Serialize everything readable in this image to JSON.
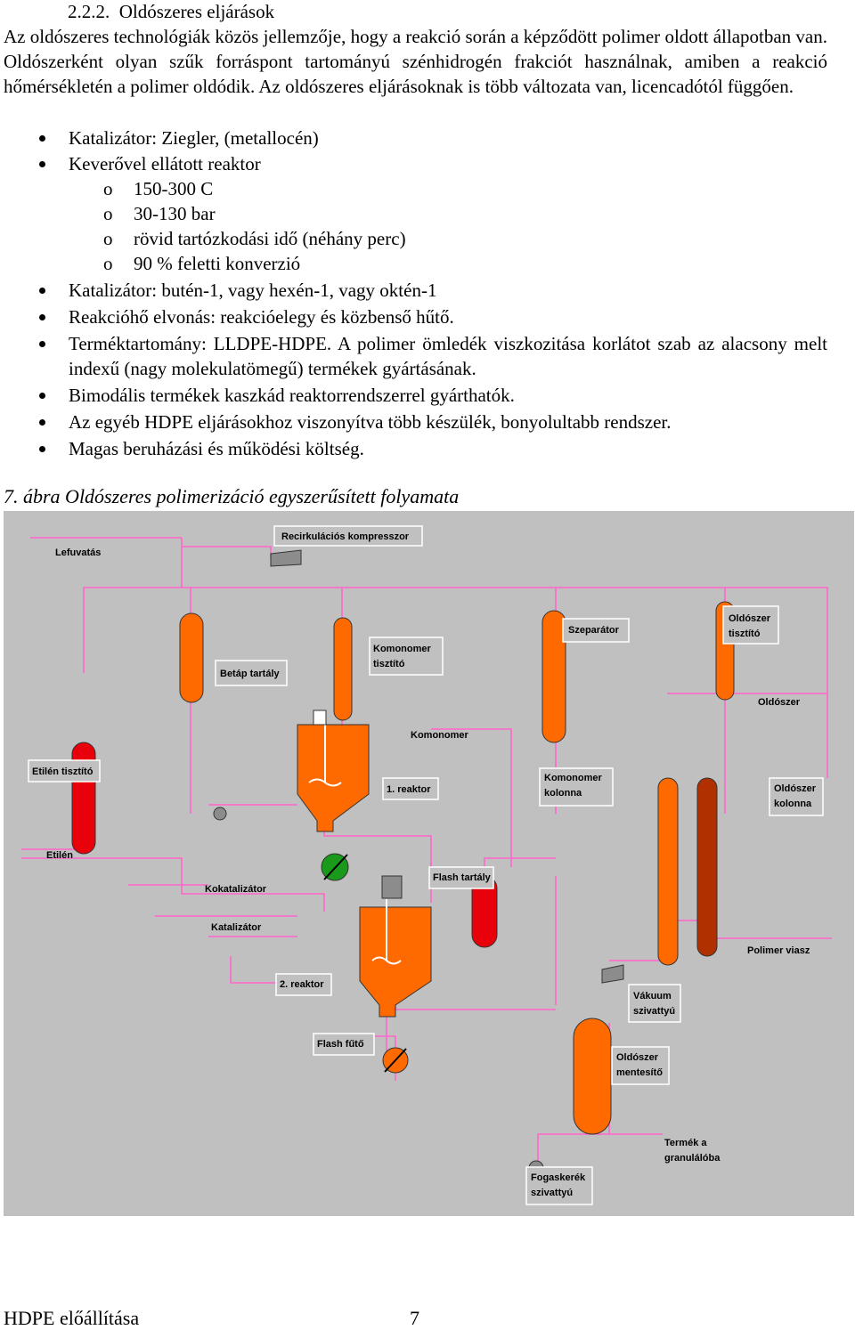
{
  "heading": "2.2.2.  Oldószeres eljárások",
  "intro": "Az oldószeres technológiák közös jellemzője, hogy a reakció során a képződött polimer oldott állapotban van. Oldószerként olyan szűk forráspont tartományú szénhidrogén frakciót használnak, amiben a reakció hőmérsékletén a polimer oldódik. Az oldószeres eljárásoknak is több változata van, licencadótól függően.",
  "bullets": [
    "Katalizátor: Ziegler, (metallocén)",
    "Keverővel ellátott reaktor",
    "Katalizátor: butén-1, vagy hexén-1, vagy oktén-1",
    "Reakcióhő elvonás: reakcióelegy és közbenső hűtő.",
    "Terméktartomány: LLDPE-HDPE. A polimer ömledék viszkozitása korlátot szab az alacsony melt indexű (nagy molekulatömegű) termékek gyártásának.",
    "Bimodális termékek kaszkád reaktorrendszerrel gyárthatók.",
    "Az egyéb HDPE eljárásokhoz viszonyítva több készülék, bonyolultabb rendszer.",
    "Magas beruházási és működési költség."
  ],
  "sub_bullets": [
    "150-300 C",
    "30-130 bar",
    "rövid tartózkodási idő (néhány perc)",
    "90 % feletti konverzió"
  ],
  "sub_marker": "o",
  "caption": "7. ábra Oldószeres polimerizáció egyszerűsített folyamata",
  "diagram": {
    "background": "#c0c0c0",
    "vessel_colors": {
      "red": "#e8000a",
      "orange": "#ff6a00",
      "dark": "#b03000"
    },
    "labels": {
      "lefuvatas": "Lefuvatás",
      "recirk": "Recirkulációs kompresszor",
      "betap_tartaly": "Betáp tartály",
      "komonomer_tisztito_1": "Komonomer",
      "komonomer_tisztito_2": "tisztító",
      "szeparator": "Szeparátor",
      "oldoszer_tisztito_1": "Oldószer",
      "oldoszer_tisztito_2": "tisztító",
      "oldoszer": "Oldószer",
      "komonomer": "Komonomer",
      "etilen_tisztito": "Etilén tisztító",
      "reaktor_1": "1. reaktor",
      "komonomer_kolonna_1": "Komonomer",
      "komonomer_kolonna_2": "kolonna",
      "oldoszer_kolonna_1": "Oldószer",
      "oldoszer_kolonna_2": "kolonna",
      "etilen": "Etilén",
      "kokatalizator": "Kokatalizátor",
      "flash_tartaly": "Flash tartály",
      "katalizator": "Katalizátor",
      "polimer_viasz": "Polimer viasz",
      "reaktor_2": "2. reaktor",
      "vakuum_1": "Vákuum",
      "vakuum_2": "szivattyú",
      "flash_futo": "Flash  fűtő",
      "oldoszer_mentesito_1": "Oldószer",
      "oldoszer_mentesito_2": "mentesítő",
      "termek_1": "Termék a",
      "termek_2": "granulálóba",
      "fogaskerek_1": "Fogaskerék",
      "fogaskerek_2": "szivattyú"
    }
  },
  "footer": {
    "title": "HDPE előállítása",
    "page": "7"
  }
}
